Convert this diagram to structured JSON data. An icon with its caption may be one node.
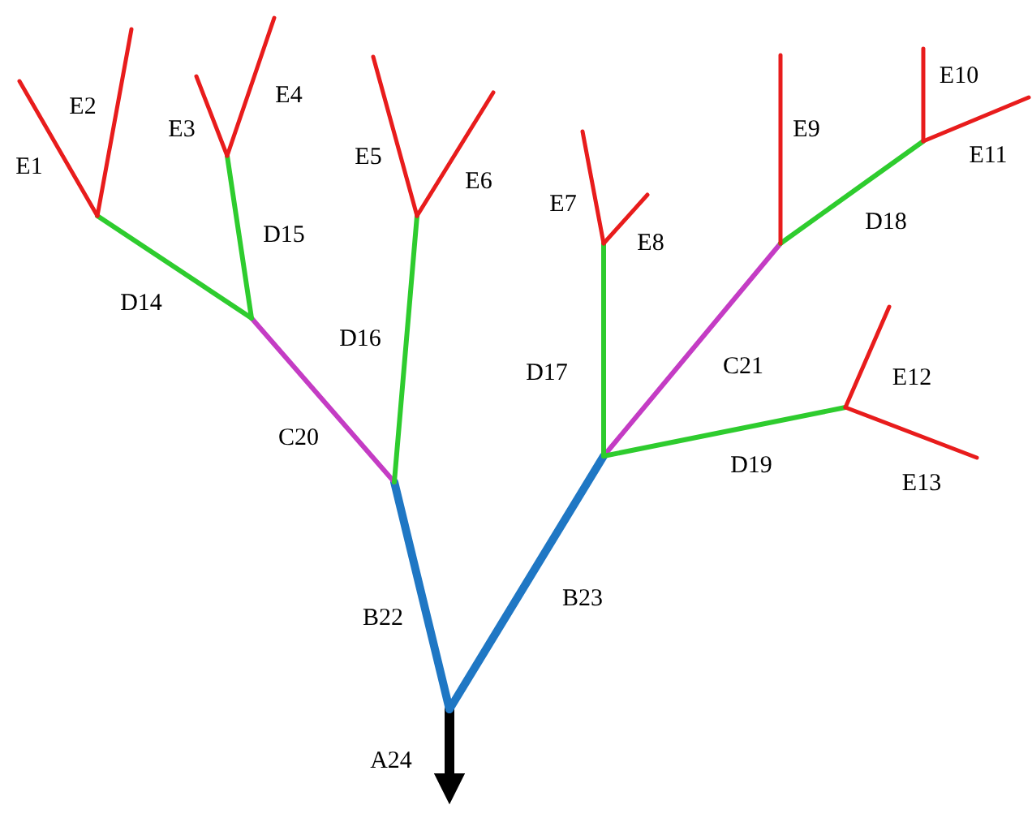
{
  "diagram": {
    "labels": [
      "E4",
      "E2",
      "E10",
      "E6",
      "E9",
      "E3",
      "E11",
      "E5",
      "E1",
      "E7",
      "E8",
      "D15",
      "D14",
      "D16",
      "D17",
      "D18",
      "C21",
      "E12",
      "C20",
      "D19",
      "E13",
      "B23",
      "B22",
      "A24"
    ]
  }
}
